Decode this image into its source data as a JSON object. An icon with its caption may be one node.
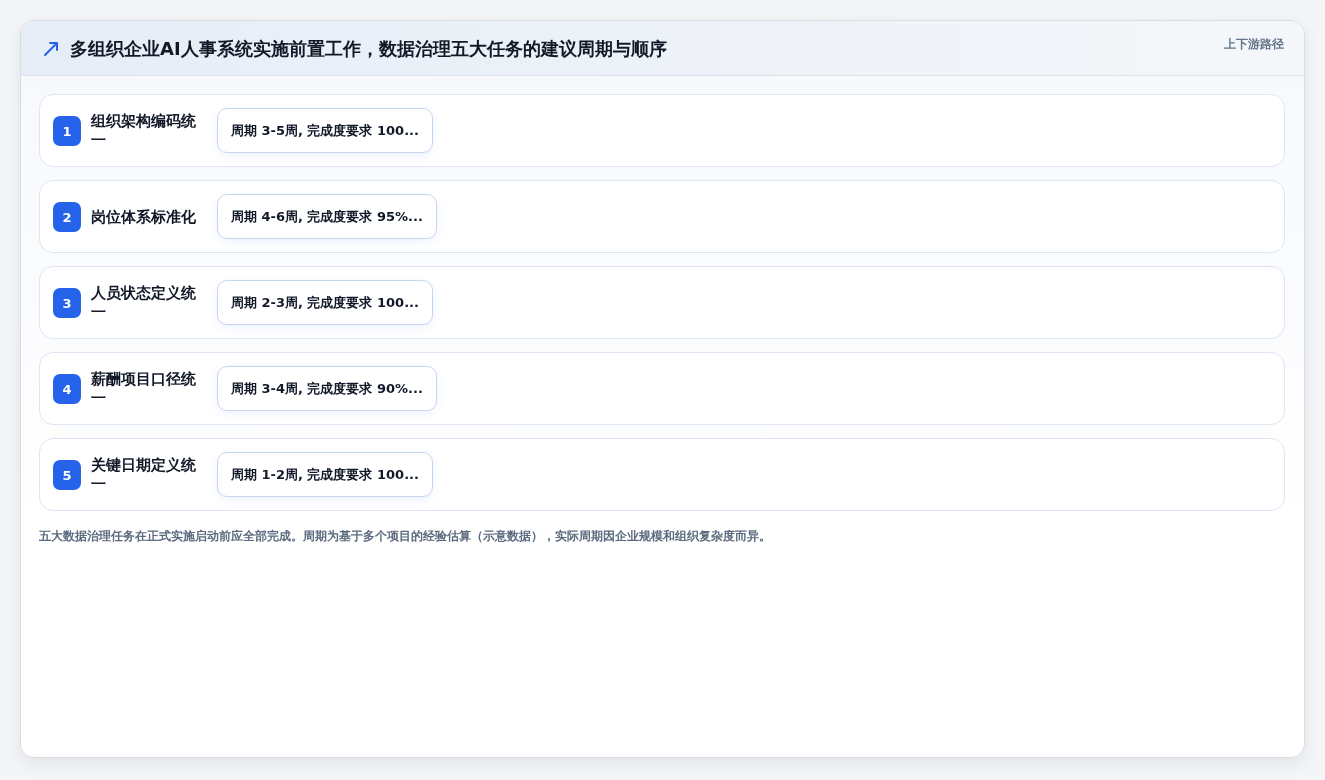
{
  "diagram": {
    "title": "多组织企业AI人事系统实施前置工作，数据治理五大任务的建议周期与顺序",
    "caption": "五大数据治理任务在正式实施启动前应全部完成。周期为基于多个项目的经验估算（示意数据），实际周期因企业规模和组织复杂度而异。",
    "nodes": [
      {
        "text": [
          "组织架构编码统一"
        ]
      },
      {
        "text": [
          "1"
        ],
        "in": 0
      },
      {
        "text": [
          "周期 3-5周, 完成度要求 100..."
        ],
        "in": 0
      },
      {
        "text": [
          "岗位体系标准化"
        ]
      },
      {
        "text": [
          "2"
        ],
        "in": 3
      },
      {
        "text": [
          "周期 4-6周, 完成度要求 95%..."
        ],
        "in": 3
      },
      {
        "text": [
          "人员状态定义统一"
        ]
      },
      {
        "text": [
          "3"
        ],
        "in": 6
      },
      {
        "text": [
          "周期 2-3周, 完成度要求 100..."
        ],
        "in": 6
      },
      {
        "text": [
          "薪酬项目口径统一"
        ]
      },
      {
        "text": [
          "4"
        ],
        "in": 9
      },
      {
        "text": [
          "周期 3-4周, 完成度要求 90%..."
        ],
        "in": 9
      },
      {
        "text": [
          "关键日期定义统一"
        ]
      },
      {
        "text": [
          "5"
        ],
        "in": 12
      },
      {
        "text": [
          "周期 1-2周, 完成度要求 100..."
        ],
        "in": 12
      }
    ],
    "labels": [
      "上下游路径"
    ]
  }
}
